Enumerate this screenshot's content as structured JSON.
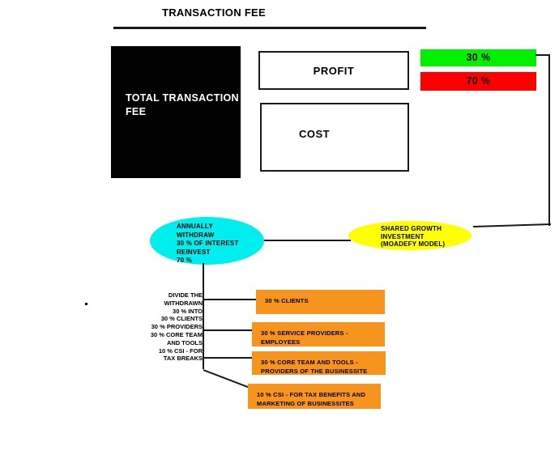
{
  "title": "TRANSACTION FEE",
  "boxes": {
    "total_fee": "TOTAL\nTRANSACTION\nFEE",
    "profit": "PROFIT",
    "cost": "COST"
  },
  "split": {
    "profit_share": "30 %",
    "cost_share": "70 %",
    "green_color": "#00f000",
    "red_color": "#ff0000"
  },
  "nodes": {
    "withdraw_reinvest": "ANNUALLY\nWITHDRAW\n30 % OF INTEREST\nREINVEST\n70 %",
    "shared_growth": "SHARED GROWTH\nINVESTMENT\n(MOADEFY MODEL)",
    "cyan_color": "#00eeee",
    "yellow_color": "#ffff00"
  },
  "divide_note": "DIVIDE THE\nWITHDRAWN\n30 % INTO\n30 % CLIENTS\n30 % PROVIDERS\n30 % CORE TEAM\nAND TOOLS\n10 % CSI - FOR\nTAX BREAKS",
  "allocations": [
    {
      "label": "30 % CLIENTS"
    },
    {
      "label": "30 % SERVICE PROVIDERS -\nEMPLOYEES"
    },
    {
      "label": "30 % CORE TEAM AND TOOLS -\nPROVIDERS OF THE BUSINESSITE"
    },
    {
      "label": "10 % CSI - FOR TAX BENEFITS AND\nMARKETING OF BUSINESSITES"
    }
  ],
  "allocation_color": "#f7941e"
}
